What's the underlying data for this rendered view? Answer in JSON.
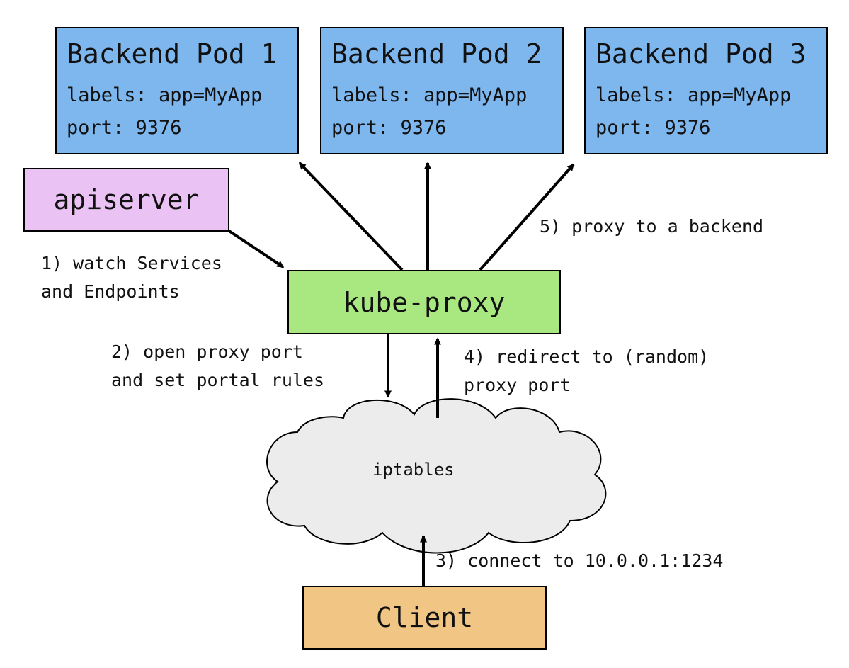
{
  "nodes": {
    "pods": [
      {
        "title": "Backend Pod 1",
        "labels": "labels: app=MyApp",
        "port": "port: 9376"
      },
      {
        "title": "Backend Pod 2",
        "labels": "labels: app=MyApp",
        "port": "port: 9376"
      },
      {
        "title": "Backend Pod 3",
        "labels": "labels: app=MyApp",
        "port": "port: 9376"
      }
    ],
    "apiserver": "apiserver",
    "kube_proxy": "kube-proxy",
    "iptables": "iptables",
    "client": "Client"
  },
  "steps": {
    "step1_line1": "1) watch Services",
    "step1_line2": "and Endpoints",
    "step2_line1": "2) open proxy port",
    "step2_line2": "and set portal rules",
    "step3": "3) connect to 10.0.0.1:1234",
    "step4_line1": "4) redirect to (random)",
    "step4_line2": "proxy port",
    "step5": "5) proxy to a backend"
  },
  "colors": {
    "pod_fill": "#7eb6ee",
    "apiserver_fill": "#eac2f3",
    "kube_proxy_fill": "#a9e781",
    "cloud_fill": "#ececec",
    "client_fill": "#f1c685"
  }
}
